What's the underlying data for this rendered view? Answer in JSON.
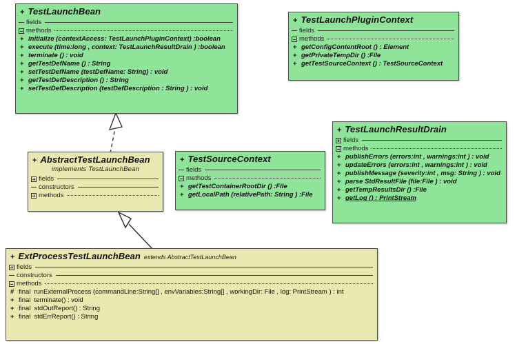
{
  "diagram": {
    "title": "UML class diagram",
    "colors": {
      "interface_fill": "#8fe49a",
      "class_fill": "#e9e8b0",
      "border": "#4c4c4c",
      "text": "#111111",
      "background": "#ffffff"
    }
  },
  "classes": [
    {
      "id": "test-launch-bean",
      "name": "TestLaunchBean",
      "visibility": "+",
      "stereotype": "",
      "fill": "green",
      "compartments": {
        "fields": {
          "label": "fields",
          "icon": "dash"
        },
        "methods": {
          "label": "methods",
          "icon": "minus-box"
        }
      },
      "methods": [
        {
          "vis": "+",
          "mod": "",
          "sig": "initialize (contextAccess: TestLaunchPluginContext) :boolean"
        },
        {
          "vis": "+",
          "mod": "",
          "sig": "execute (time:long ,  context: TestLaunchResultDrain ) :boolean"
        },
        {
          "vis": "+",
          "mod": "",
          "sig": "terminate () : void"
        },
        {
          "vis": "+",
          "mod": "",
          "sig": "getTestDefName () : String"
        },
        {
          "vis": "+",
          "mod": "",
          "sig": "setTestDefName (testDefName: String) : void"
        },
        {
          "vis": "+",
          "mod": "",
          "sig": "getTestDefDescription () : String"
        },
        {
          "vis": "+",
          "mod": "",
          "sig": "setTestDefDescription (testDefDescription : String ) : void"
        }
      ]
    },
    {
      "id": "test-launch-plugin-context",
      "name": "TestLaunchPluginContext",
      "visibility": "+",
      "stereotype": "",
      "fill": "green",
      "compartments": {
        "fields": {
          "label": "fields",
          "icon": "dash"
        },
        "methods": {
          "label": "methods",
          "icon": "minus-box"
        }
      },
      "methods": [
        {
          "vis": "+",
          "mod": "",
          "sig": "getConfigContentRoot () : Element"
        },
        {
          "vis": "+",
          "mod": "",
          "sig": "getPrivateTempDir () :File"
        },
        {
          "vis": "+",
          "mod": "",
          "sig": "getTestSourceContext () : TestSourceContext"
        }
      ]
    },
    {
      "id": "test-launch-result-drain",
      "name": "TestLaunchResultDrain",
      "visibility": "+",
      "stereotype": "",
      "fill": "green",
      "compartments": {
        "fields": {
          "label": "fields",
          "icon": "plus-box"
        },
        "methods": {
          "label": "methods",
          "icon": "minus-box"
        }
      },
      "methods": [
        {
          "vis": "+",
          "mod": "",
          "sig": "publishErrors (errors:int ,  warnings:int ) : void"
        },
        {
          "vis": "+",
          "mod": "",
          "sig": "updateErrors (errors:int ,  warnings:int ) : void"
        },
        {
          "vis": "+",
          "mod": "",
          "sig": "publishMessage (severity:int ,  msg: String ) : void"
        },
        {
          "vis": "+",
          "mod": "",
          "sig": "parse StdResultFile (file:File ) : void"
        },
        {
          "vis": "+",
          "mod": "",
          "sig": "getTempResultsDir () :File"
        },
        {
          "vis": "+",
          "mod": "",
          "sig": "getLog () : PrintStream",
          "underline": true
        }
      ]
    },
    {
      "id": "test-source-context",
      "name": "TestSourceContext",
      "visibility": "+",
      "stereotype": "",
      "fill": "green",
      "compartments": {
        "fields": {
          "label": "fields",
          "icon": "dash"
        },
        "methods": {
          "label": "methods",
          "icon": "minus-box"
        }
      },
      "methods": [
        {
          "vis": "+",
          "mod": "",
          "sig": "getTestContainerRootDir () :File"
        },
        {
          "vis": "+",
          "mod": "",
          "sig": "getLocalPath (relativePath: String ) :File"
        }
      ]
    },
    {
      "id": "abstract-test-launch-bean",
      "name": "AbstractTestLaunchBean",
      "visibility": "+",
      "stereotype": "implements   TestLaunchBean",
      "fill": "yellow",
      "compartments": {
        "fields": {
          "label": "fields",
          "icon": "plus-box"
        },
        "constructors": {
          "label": "constructors",
          "icon": "dash"
        },
        "methods": {
          "label": "methods",
          "icon": "plus-box"
        }
      },
      "methods": []
    },
    {
      "id": "ext-process-test-launch-bean",
      "name": "ExtProcessTestLaunchBean",
      "visibility": "+",
      "relation_text": "extends AbstractTestLaunchBean",
      "fill": "yellow",
      "compartments": {
        "fields": {
          "label": "fields",
          "icon": "plus-box"
        },
        "constructors": {
          "label": "constructors",
          "icon": "dash"
        },
        "methods": {
          "label": "methods",
          "icon": "minus-box"
        }
      },
      "methods": [
        {
          "vis": "#",
          "mod": "final",
          "sig": "runExternalProcess (commandLine:String[] ,  envVariables:String[] ,  workingDir: File ,  log: PrintStream ) : int"
        },
        {
          "vis": "+",
          "mod": "final",
          "sig": "terminate() : void"
        },
        {
          "vis": "+",
          "mod": "final",
          "sig": "stdOutReport() : String"
        },
        {
          "vis": "+",
          "mod": "final",
          "sig": "stdErrReport() : String"
        }
      ]
    }
  ],
  "relations": [
    {
      "id": "realization-abstract-implements-bean",
      "type": "realization",
      "from": "abstract-test-launch-bean",
      "to": "test-launch-bean",
      "style": "dashed",
      "arrowhead": "hollow-triangle"
    },
    {
      "id": "generalization-ext-extends-abstract",
      "type": "generalization",
      "from": "ext-process-test-launch-bean",
      "to": "abstract-test-launch-bean",
      "style": "solid",
      "arrowhead": "hollow-triangle"
    }
  ]
}
